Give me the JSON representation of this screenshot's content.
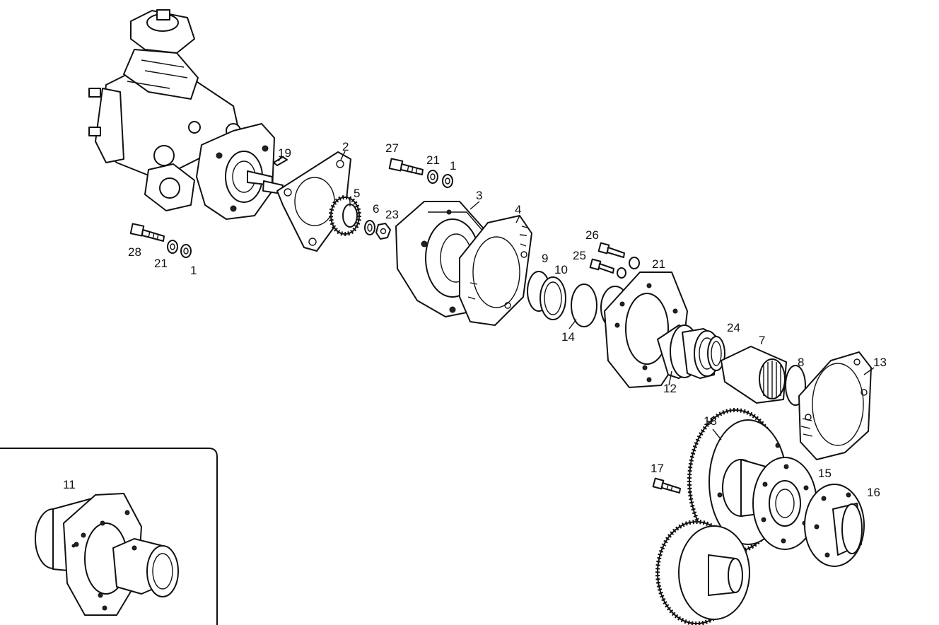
{
  "callouts": {
    "c19": "19",
    "c2": "2",
    "c27": "27",
    "c21a": "21",
    "c1a": "1",
    "c5": "5",
    "c6": "6",
    "c23": "23",
    "c3": "3",
    "c4": "4",
    "c28": "28",
    "c21b": "21",
    "c1b": "1",
    "c26": "26",
    "c25": "25",
    "c21c": "21",
    "c9": "9",
    "c10": "10",
    "c14": "14",
    "c24": "24",
    "c7": "7",
    "c8": "8",
    "c13": "13",
    "c12": "12",
    "c18": "18",
    "c17": "17",
    "c15": "15",
    "c16": "16",
    "c11": "11"
  }
}
